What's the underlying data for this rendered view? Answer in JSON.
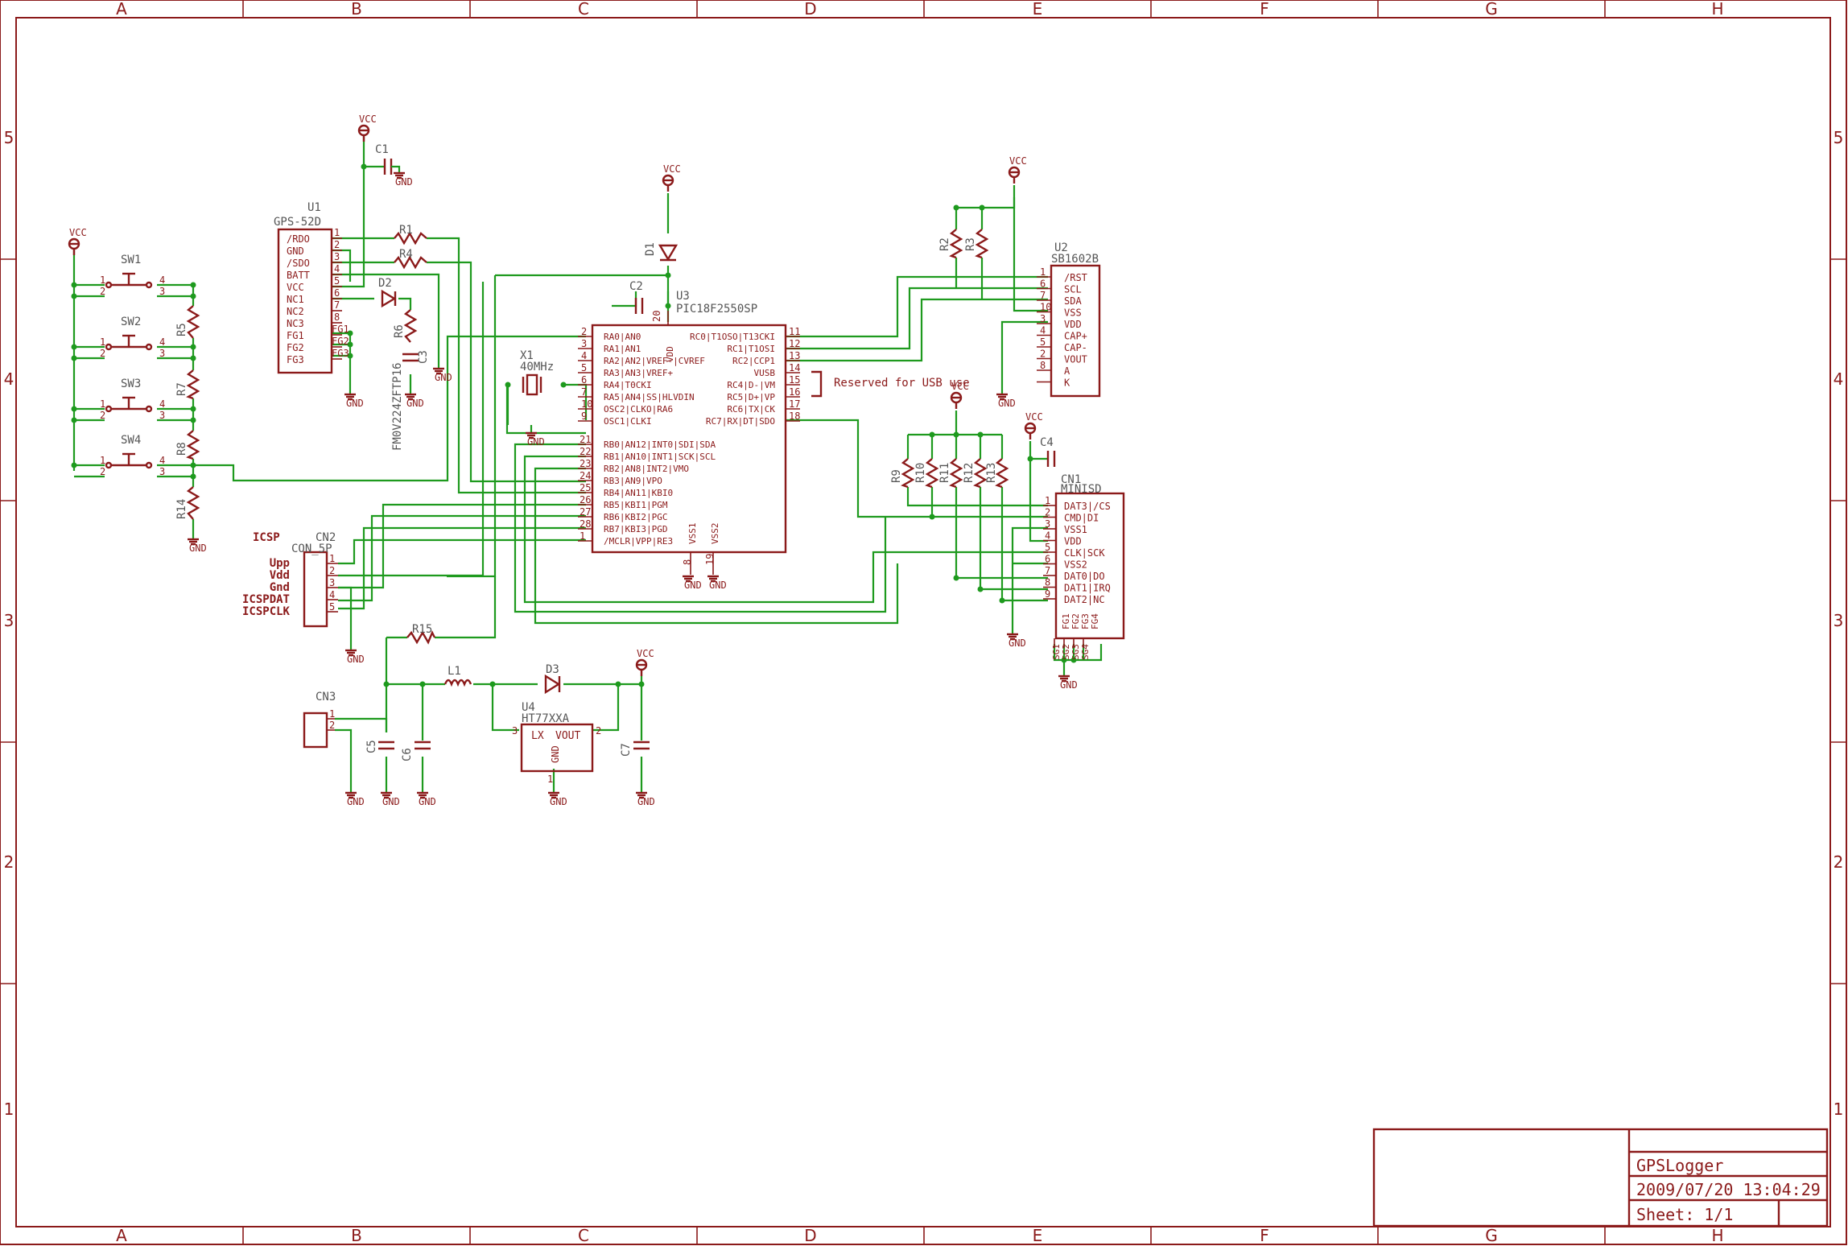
{
  "frame": {
    "columns": [
      "A",
      "B",
      "C",
      "D",
      "E",
      "F",
      "G",
      "H"
    ],
    "rows": [
      "5",
      "4",
      "3",
      "2",
      "1"
    ]
  },
  "title_block": {
    "name": "GPSLogger",
    "datetime": "2009/07/20 13:04:29",
    "sheet": "Sheet: 1/1"
  },
  "colors": {
    "frame": "#8b1a1a",
    "wire": "#1e9a1e",
    "label": "#555555"
  },
  "supply": {
    "vcc": "VCC",
    "gnd": "GND"
  },
  "parts": {
    "u1": {
      "ref": "U1",
      "value": "GPS-52D",
      "pins": [
        "/RDO",
        "GND",
        "/SDO",
        "BATT",
        "VCC",
        "NC1",
        "NC2",
        "NC3",
        "FG1",
        "FG2",
        "FG3"
      ],
      "pin_nums": [
        "1",
        "2",
        "3",
        "4",
        "5",
        "6",
        "7",
        "8"
      ],
      "fg_nums": [
        "FG1",
        "FG2",
        "FG3"
      ]
    },
    "u2": {
      "ref": "U2",
      "value": "SB1602B",
      "pins": [
        "/RST",
        "SCL",
        "SDA",
        "VSS",
        "VDD",
        "CAP+",
        "CAP-",
        "VOUT",
        "A",
        "K"
      ],
      "pin_nums": [
        "1",
        "6",
        "7",
        "10",
        "3",
        "4",
        "5",
        "2",
        "8"
      ]
    },
    "u3": {
      "ref": "U3",
      "value": "PIC18F2550SP",
      "left_pins": [
        "RA0|AN0",
        "RA1|AN1",
        "RA2|AN2|VREF-|CVREF",
        "RA3|AN3|VREF+",
        "RA4|T0CKI",
        "RA5|AN4|SS|HLVDIN",
        "OSC2|CLKO|RA6",
        "OSC1|CLKI"
      ],
      "left_nums": [
        "2",
        "3",
        "4",
        "5",
        "6",
        "7",
        "10",
        "9"
      ],
      "left_pins2": [
        "RB0|AN12|INT0|SDI|SDA",
        "RB1|AN10|INT1|SCK|SCL",
        "RB2|AN8|INT2|VMO",
        "RB3|AN9|VPO",
        "RB4|AN11|KBI0",
        "RB5|KBI1|PGM",
        "RB6|KBI2|PGC",
        "RB7|KBI3|PGD",
        "/MCLR|VPP|RE3"
      ],
      "left_nums2": [
        "21",
        "22",
        "23",
        "24",
        "25",
        "26",
        "27",
        "28",
        "1"
      ],
      "right_pins": [
        "RC0|T1OSO|T13CKI",
        "RC1|T1OSI",
        "RC2|CCP1",
        "VUSB",
        "RC4|D-|VM",
        "RC5|D+|VP",
        "RC6|TX|CK",
        "RC7|RX|DT|SDO"
      ],
      "right_nums": [
        "11",
        "12",
        "13",
        "14",
        "15",
        "16",
        "17",
        "18"
      ],
      "vdd": "VDD",
      "vdd_num": "20",
      "vss1": "VSS1",
      "vss2": "VSS2",
      "vss1_num": "8",
      "vss2_num": "19"
    },
    "u4": {
      "ref": "U4",
      "value": "HT77XXA",
      "lx": "LX",
      "vout": "VOUT",
      "gnd": "GND",
      "pin_lx": "3",
      "pin_vout": "2",
      "pin_gnd": "1"
    },
    "cn1": {
      "ref": "CN1",
      "value": "MINISD",
      "pins": [
        "DAT3|/CS",
        "CMD|DI",
        "VSS1",
        "VDD",
        "CLK|SCK",
        "VSS2",
        "DAT0|DO",
        "DAT1|IRQ",
        "DAT2|NC"
      ],
      "pin_nums": [
        "1",
        "2",
        "3",
        "4",
        "5",
        "6",
        "7",
        "8",
        "9"
      ],
      "fg": [
        "FG1",
        "FG2",
        "FG3",
        "FG4"
      ],
      "sg": [
        "SG1",
        "SG2",
        "SG3",
        "SG4"
      ]
    },
    "cn2": {
      "ref": "CN2",
      "value": "CON_5P",
      "pin_nums": [
        "1",
        "2",
        "3",
        "4",
        "5"
      ]
    },
    "cn3": {
      "ref": "CN3",
      "pin_nums": [
        "1",
        "2"
      ]
    },
    "x1": {
      "ref": "X1",
      "value": "40MHz"
    },
    "sw": [
      "SW1",
      "SW2",
      "SW3",
      "SW4"
    ],
    "sw_pins": [
      "1",
      "2",
      "4",
      "3"
    ],
    "resistors": [
      "R1",
      "R2",
      "R3",
      "R4",
      "R5",
      "R6",
      "R7",
      "R8",
      "R9",
      "R10",
      "R11",
      "R12",
      "R13",
      "R14",
      "R15"
    ],
    "caps": [
      "C1",
      "C2",
      "C3",
      "C4",
      "C5",
      "C6",
      "C7"
    ],
    "diodes": [
      "D1",
      "D2",
      "D3"
    ],
    "inductor": "L1",
    "c3_value": "FM0V224ZFTP16"
  },
  "annotations": {
    "usb_note": "Reserved for USB use",
    "icsp_title": "ICSP",
    "icsp_labels": [
      "Upp",
      "Vdd",
      "Gnd",
      "ICSPDAT",
      "ICSPCLK"
    ]
  }
}
